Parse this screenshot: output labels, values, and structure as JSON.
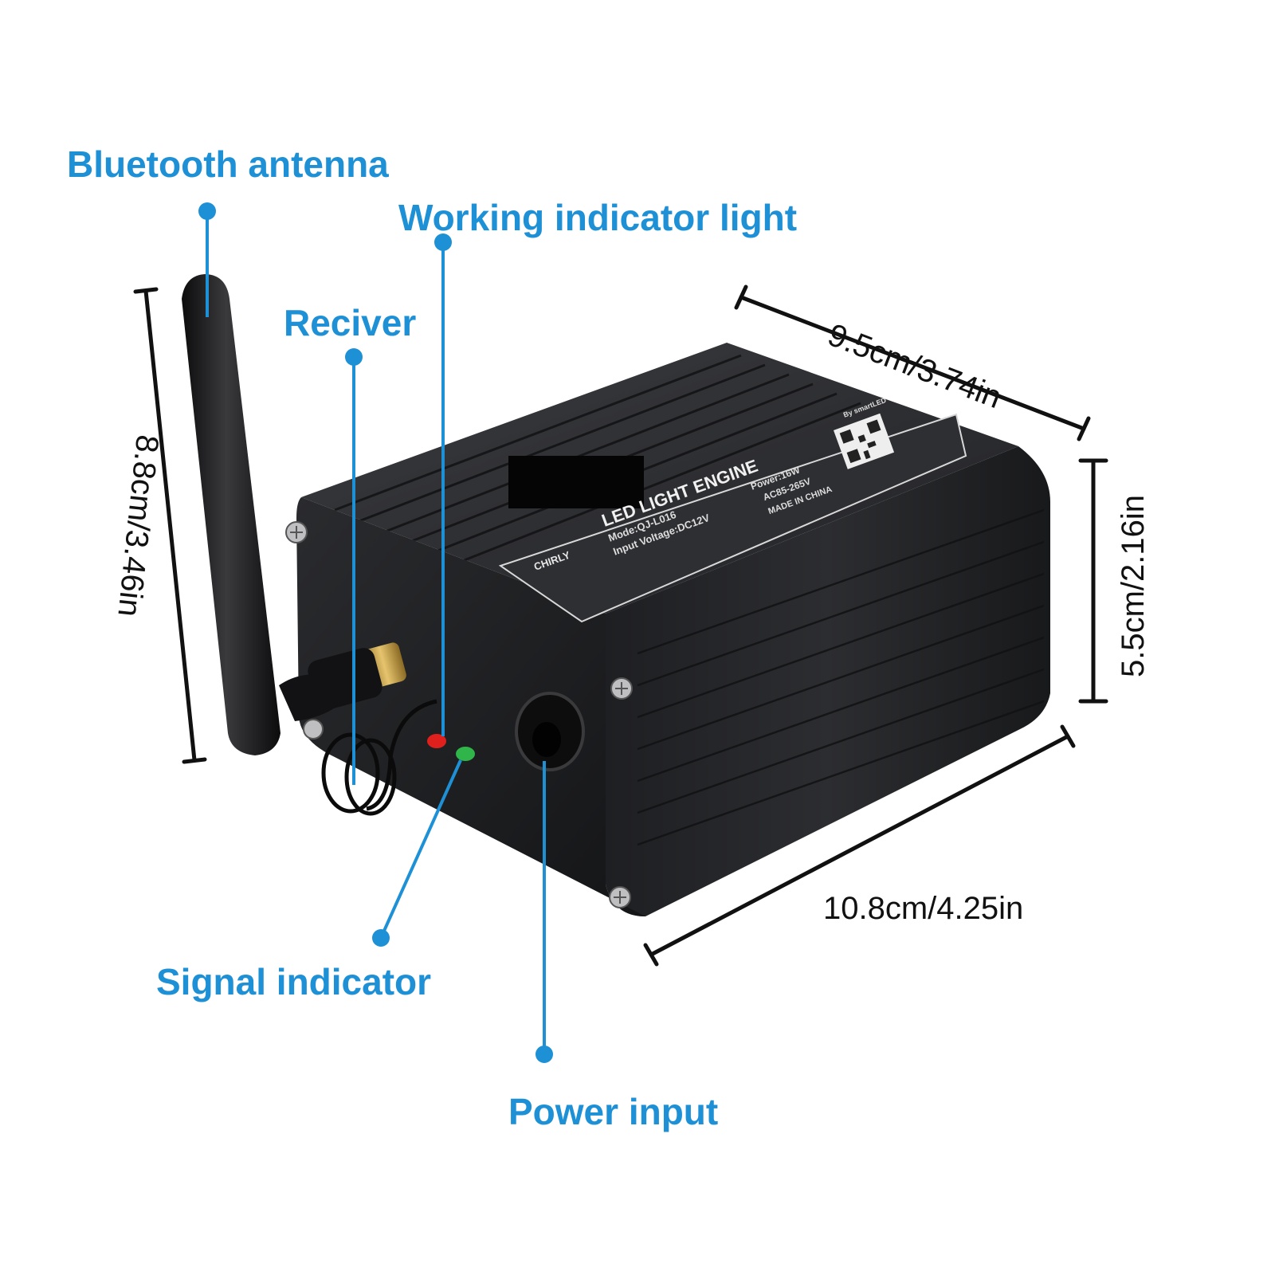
{
  "colors": {
    "callout": "#1e90d6",
    "dimension": "#111111",
    "device": "#1c1d1f",
    "panel": "#2b2c2f",
    "red_led": "#e0201c",
    "green_led": "#2fb54a",
    "brass": "#c9a24a"
  },
  "callouts": {
    "bluetooth_antenna": "Bluetooth antenna",
    "working_indicator": "Working indicator light",
    "receiver": "Reciver",
    "signal_indicator": "Signal indicator",
    "power_input": "Power input"
  },
  "dimensions": {
    "depth": "9.5cm/3.74in",
    "height_total": "8.8cm/3.46in",
    "height_box": "5.5cm/2.16in",
    "length": "10.8cm/4.25in"
  },
  "device_label": {
    "brand": "CHIRLY",
    "title": "LED LIGHT ENGINE",
    "model": "Mode:QJ-L016",
    "power": "Power:16W",
    "voltage": "Input Voltage:DC12V",
    "ac": "AC85-265V",
    "origin": "MADE IN CHINA",
    "app": "By smartLED"
  },
  "icons": [
    "bluetooth-antenna-icon",
    "led-indicator-icon",
    "power-jack-icon",
    "qr-code-icon"
  ]
}
